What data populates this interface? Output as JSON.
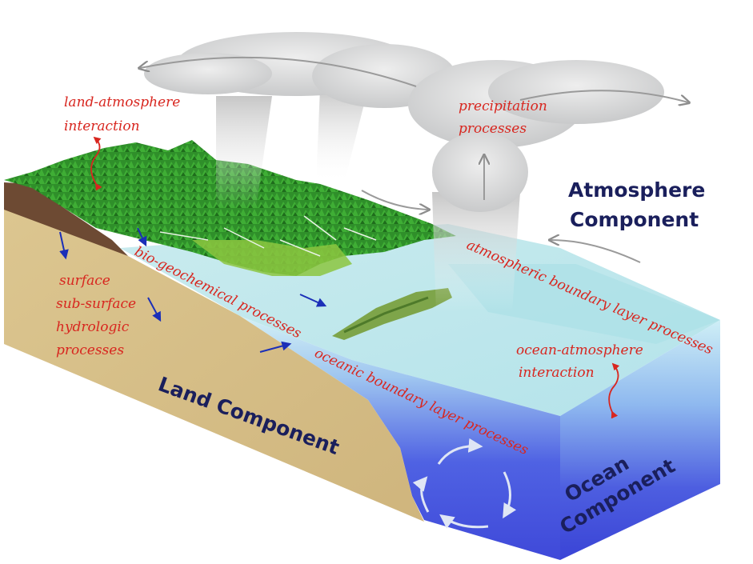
{
  "labels": {
    "land_atmosphere": [
      "land-atmosphere",
      "interaction"
    ],
    "precipitation": [
      "precipitation",
      "processes"
    ],
    "atmosphere_component": [
      "Atmosphere",
      "Component"
    ],
    "atm_boundary": "atmospheric boundary layer processes",
    "bio_geochemical": "bio-geochemical processes",
    "surface_hydro": [
      "surface",
      "sub-surface",
      "hydrologic",
      "processes"
    ],
    "ocean_atmosphere": [
      "ocean-atmosphere",
      "interaction"
    ],
    "oceanic_boundary": "oceanic boundary layer processes",
    "land_component": "Land Component",
    "ocean_component": [
      "Ocean",
      "Component"
    ]
  },
  "colors": {
    "label_red": "#d8261f",
    "atmosphere_title": "#1a1f5c",
    "land_side": "#d8c08c",
    "ocean_deep": "#3b46d8",
    "ocean_surface": "#bfe6ef",
    "forest": "#2f8f2a",
    "cloud": "#d9dadb",
    "arrow_blue": "#1b2fb8",
    "arrow_grey": "#9a9a9a"
  }
}
